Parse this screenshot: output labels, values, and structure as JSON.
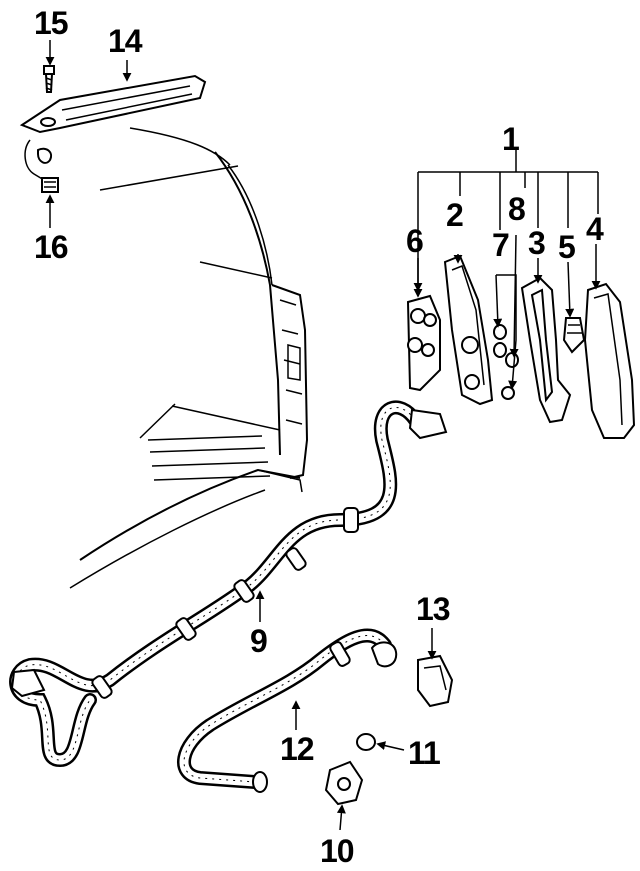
{
  "diagram": {
    "callouts": [
      {
        "id": "1",
        "label": "1"
      },
      {
        "id": "2",
        "label": "2"
      },
      {
        "id": "3",
        "label": "3"
      },
      {
        "id": "4",
        "label": "4"
      },
      {
        "id": "5",
        "label": "5"
      },
      {
        "id": "6",
        "label": "6"
      },
      {
        "id": "7",
        "label": "7"
      },
      {
        "id": "8",
        "label": "8"
      },
      {
        "id": "9",
        "label": "9"
      },
      {
        "id": "10",
        "label": "10"
      },
      {
        "id": "11",
        "label": "11"
      },
      {
        "id": "12",
        "label": "12"
      },
      {
        "id": "13",
        "label": "13"
      },
      {
        "id": "14",
        "label": "14"
      },
      {
        "id": "15",
        "label": "15"
      },
      {
        "id": "16",
        "label": "16"
      }
    ],
    "colors": {
      "ink": "#000000",
      "paper": "#ffffff"
    }
  }
}
